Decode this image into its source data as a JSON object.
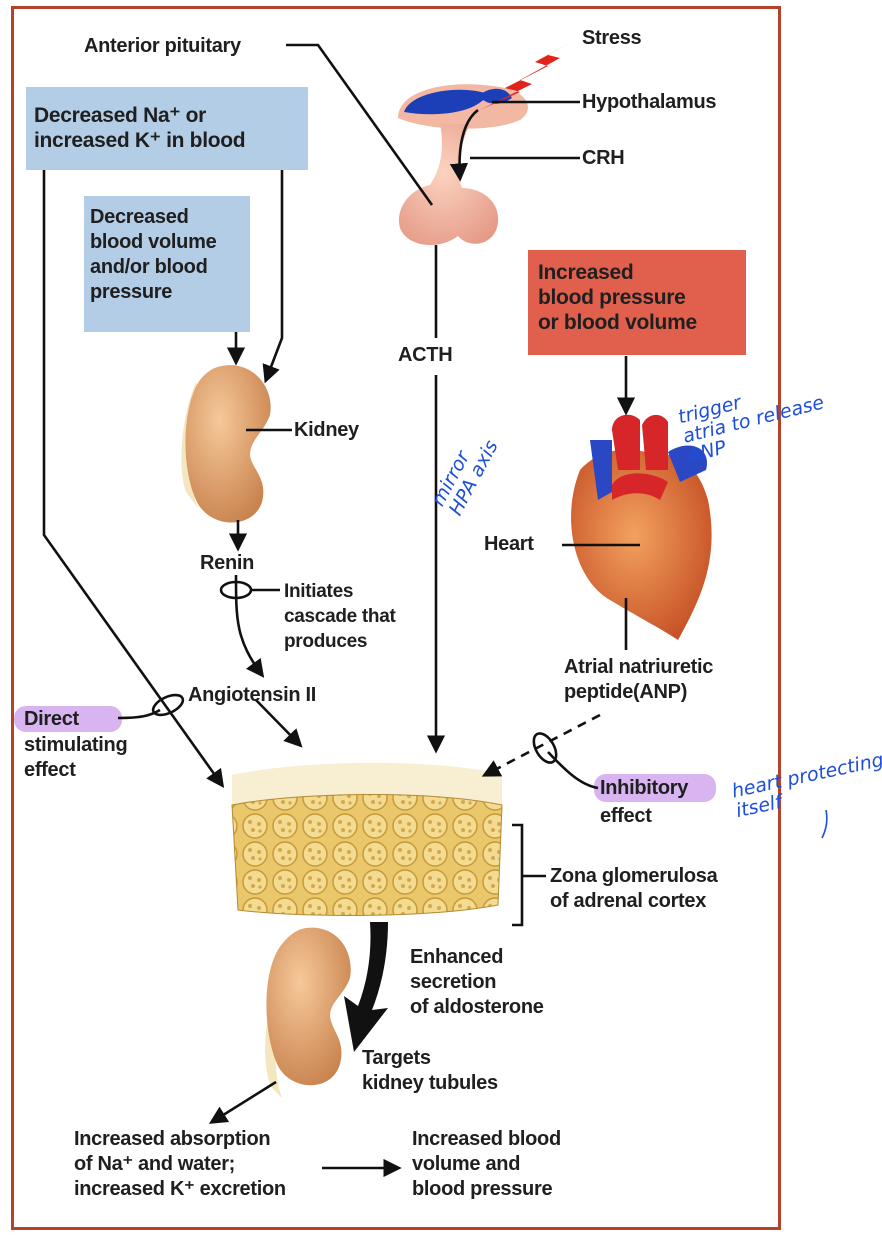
{
  "labels": {
    "anterior_pituitary": "Anterior pituitary",
    "stress": "Stress",
    "hypothalamus": "Hypothalamus",
    "crh": "CRH",
    "acth": "ACTH",
    "decreased_na_k": "Decreased Na⁺ or\nincreased K⁺ in blood",
    "decreased_volume": "Decreased\nblood volume\nand/or blood\npressure",
    "increased_bp": "Increased\nblood pressure\nor blood volume",
    "kidney": "Kidney",
    "heart": "Heart",
    "renin": "Renin",
    "initiates_cascade": "Initiates\ncascade that\nproduces",
    "angiotensin": "Angiotensin II",
    "anp": "Atrial natriuretic\npeptide(ANP)",
    "direct": "Direct",
    "direct_rest": "stimulating\neffect",
    "inhibitory": "Inhibitory",
    "inhibitory_rest": "effect",
    "zona": "Zona glomerulosa\nof adrenal cortex",
    "enhanced": "Enhanced\nsecretion\nof aldosterone",
    "targets": "Targets\nkidney tubules",
    "increased_absorption": "Increased absorption\nof Na⁺ and water;\nincreased K⁺ excretion",
    "increased_blood": "Increased blood\nvolume and\nblood pressure"
  },
  "handwriting": {
    "hpa_axis": "mirror\nHPA axis",
    "trigger_anp": "trigger\natria to release\nANP",
    "heart_protecting": "heart protecting\nitself"
  },
  "colors": {
    "frame": "#b5432a",
    "blue_box": "#b3cde6",
    "red_box": "#e0604d",
    "highlight": "#d8b4f0",
    "handwriting": "#1e4fd8"
  }
}
